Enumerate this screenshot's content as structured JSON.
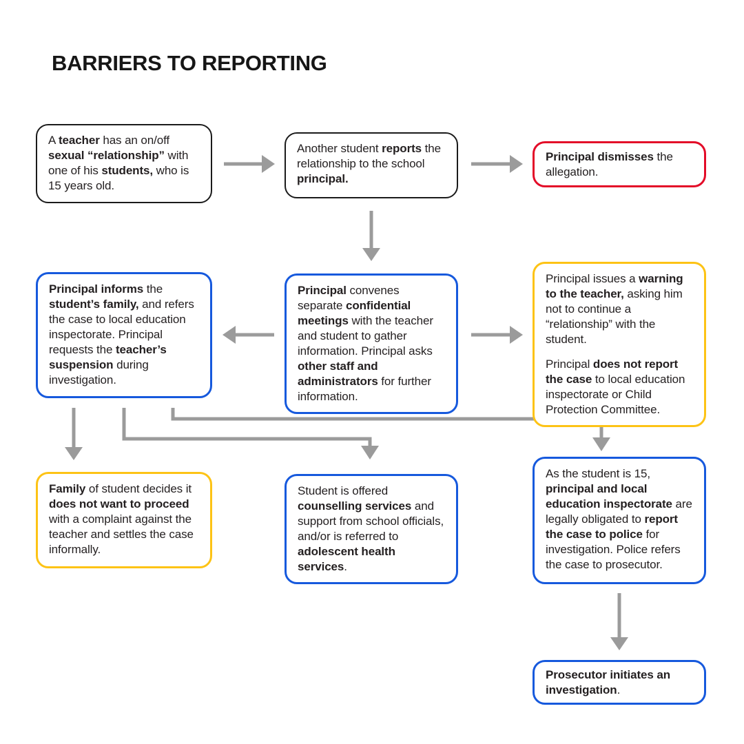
{
  "title": "BARRIERS TO REPORTING",
  "colors": {
    "black": "#1a1a1a",
    "red": "#e30b28",
    "blue": "#1659dd",
    "yellow": "#fdc315",
    "arrow": "#9b9b9b",
    "text": "#231f20"
  },
  "boxes": [
    {
      "id": "teacher-relationship",
      "border": "black",
      "paragraphs": [
        [
          {
            "t": "A "
          },
          {
            "t": "teacher",
            "b": true
          },
          {
            "t": " has an on/off "
          },
          {
            "t": "sexual “relationship”",
            "b": true
          },
          {
            "t": " with one of his "
          },
          {
            "t": "students,",
            "b": true
          },
          {
            "t": " who is 15 years old."
          }
        ]
      ]
    },
    {
      "id": "student-reports",
      "border": "black",
      "paragraphs": [
        [
          {
            "t": "Another student "
          },
          {
            "t": "reports",
            "b": true
          },
          {
            "t": " the relationship to the school "
          },
          {
            "t": "principal.",
            "b": true
          }
        ]
      ]
    },
    {
      "id": "principal-dismisses",
      "border": "red",
      "paragraphs": [
        [
          {
            "t": "Principal dismisses",
            "b": true
          },
          {
            "t": " the allegation."
          }
        ]
      ]
    },
    {
      "id": "principal-informs-family",
      "border": "blue",
      "paragraphs": [
        [
          {
            "t": "Principal informs",
            "b": true
          },
          {
            "t": " the "
          },
          {
            "t": "student’s family,",
            "b": true
          },
          {
            "t": " and refers the case to local education inspectorate. Principal requests the "
          },
          {
            "t": "teacher’s suspension",
            "b": true
          },
          {
            "t": " during investigation."
          }
        ]
      ]
    },
    {
      "id": "principal-convenes-meetings",
      "border": "blue",
      "paragraphs": [
        [
          {
            "t": "Principal",
            "b": true
          },
          {
            "t": " convenes separate "
          },
          {
            "t": "confidential meetings",
            "b": true
          },
          {
            "t": " with the teacher and student to gather information. Principal asks "
          },
          {
            "t": "other staff and administrators",
            "b": true
          },
          {
            "t": " for further information."
          }
        ]
      ]
    },
    {
      "id": "principal-warning-no-report",
      "border": "yellow",
      "paragraphs": [
        [
          {
            "t": "Principal issues a "
          },
          {
            "t": "warning to the teacher,",
            "b": true
          },
          {
            "t": " asking him not to continue a “relationship” with the student."
          }
        ],
        [
          {
            "t": "Principal "
          },
          {
            "t": "does not report the case",
            "b": true
          },
          {
            "t": " to local education inspectorate or Child Protection Committee."
          }
        ]
      ]
    },
    {
      "id": "family-settles-informally",
      "border": "yellow",
      "paragraphs": [
        [
          {
            "t": "Family",
            "b": true
          },
          {
            "t": " of student decides it "
          },
          {
            "t": "does not want to proceed",
            "b": true
          },
          {
            "t": " with a complaint against the teacher and settles the case informally."
          }
        ]
      ]
    },
    {
      "id": "counselling-services",
      "border": "blue",
      "paragraphs": [
        [
          {
            "t": "Student is offered "
          },
          {
            "t": "counselling services",
            "b": true
          },
          {
            "t": " and support from school officials, and/or is referred to "
          },
          {
            "t": "adolescent health services",
            "b": true
          },
          {
            "t": "."
          }
        ]
      ]
    },
    {
      "id": "report-to-police",
      "border": "blue",
      "paragraphs": [
        [
          {
            "t": "As the student is 15, "
          },
          {
            "t": "principal and local education inspectorate",
            "b": true
          },
          {
            "t": " are legally obligated to "
          },
          {
            "t": "report the case to police",
            "b": true
          },
          {
            "t": " for investigation. Police refers the case to prosecutor."
          }
        ]
      ]
    },
    {
      "id": "prosecutor-investigation",
      "border": "blue",
      "paragraphs": [
        [
          {
            "t": "Prosecutor initiates an investigation",
            "b": true
          },
          {
            "t": "."
          }
        ]
      ]
    }
  ],
  "arrows": [
    {
      "from": "teacher-relationship",
      "to": "student-reports",
      "direction": "right"
    },
    {
      "from": "student-reports",
      "to": "principal-dismisses",
      "direction": "right"
    },
    {
      "from": "student-reports",
      "to": "principal-convenes-meetings",
      "direction": "down"
    },
    {
      "from": "principal-convenes-meetings",
      "to": "principal-informs-family",
      "direction": "left"
    },
    {
      "from": "principal-convenes-meetings",
      "to": "principal-warning-no-report",
      "direction": "right"
    },
    {
      "from": "principal-informs-family",
      "to": "family-settles-informally",
      "direction": "down"
    },
    {
      "from": "principal-informs-family",
      "to": "counselling-services",
      "direction": "down-elbow"
    },
    {
      "from": "principal-informs-family",
      "to": "report-to-police",
      "direction": "down-elbow"
    },
    {
      "from": "report-to-police",
      "to": "prosecutor-investigation",
      "direction": "down"
    }
  ]
}
